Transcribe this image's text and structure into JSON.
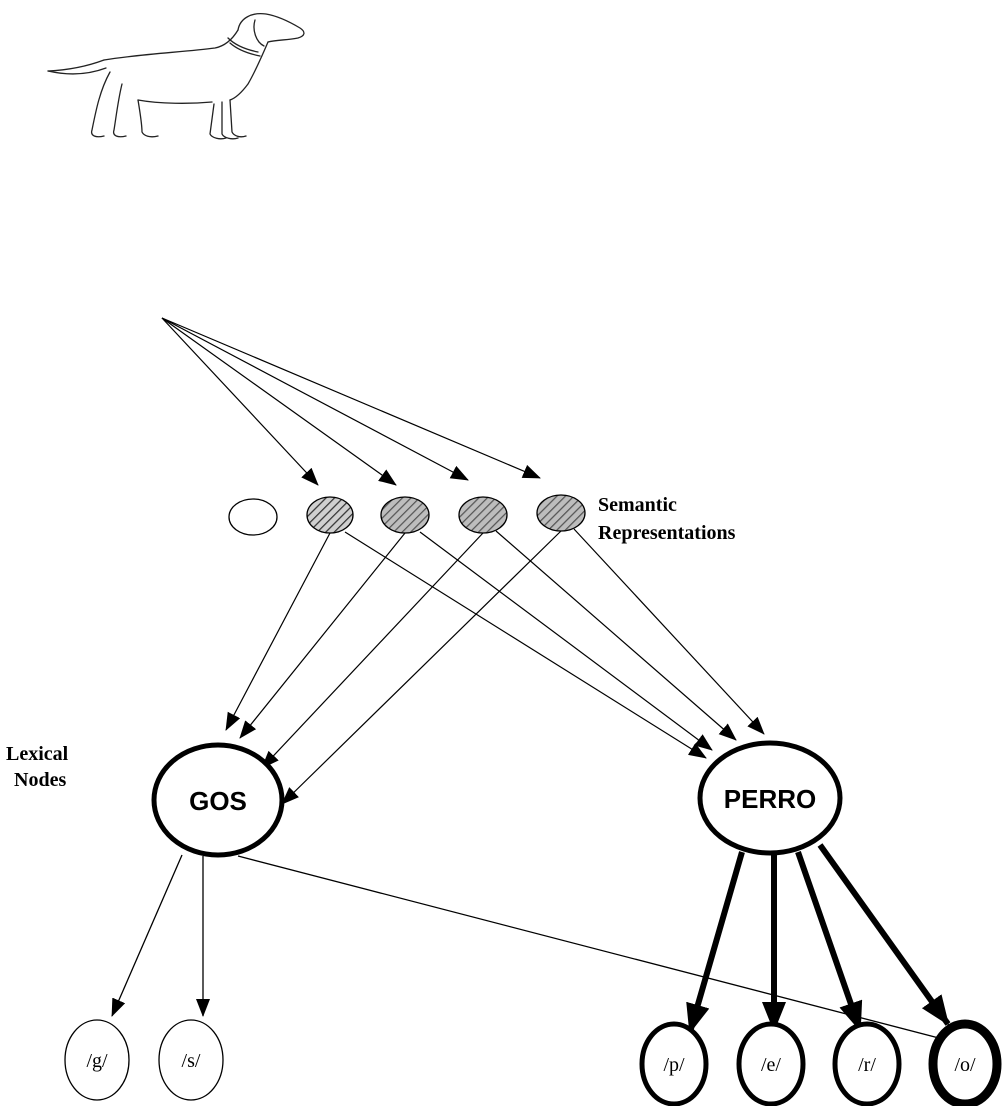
{
  "labels": {
    "semantic_line1": "Semantic",
    "semantic_line2": "Representations",
    "lexical_line1": "Lexical",
    "lexical_line2": "Nodes"
  },
  "lexical_nodes": {
    "catalan": "GOS",
    "spanish": "PERRO"
  },
  "phonemes_catalan": [
    "/g/",
    "/s/"
  ],
  "phonemes_spanish": [
    "/p/",
    "/e/",
    "/r/",
    "/o/"
  ],
  "picture": {
    "subject": "dog",
    "icon": "dog-icon"
  },
  "colors": {
    "ink": "#000000",
    "fill": "#ffffff",
    "hatch": "#8c8c8c"
  }
}
